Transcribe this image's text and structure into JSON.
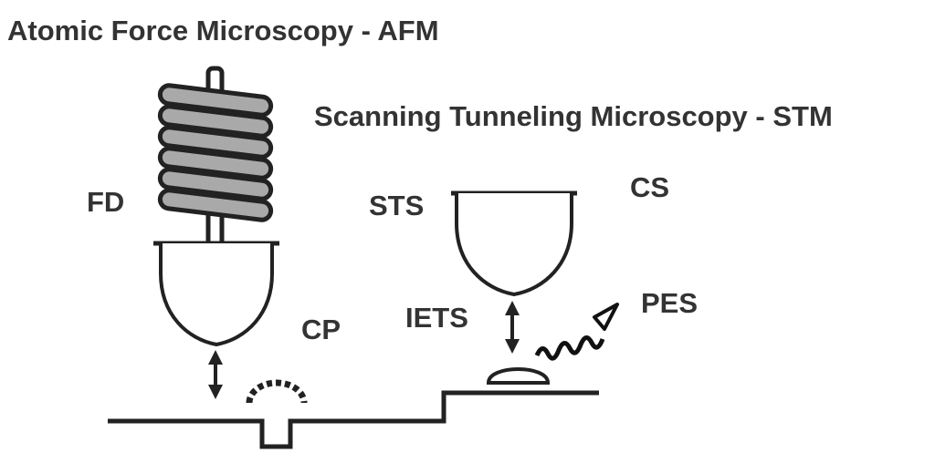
{
  "titles": {
    "afm": "Atomic Force Microscopy - AFM",
    "stm": "Scanning Tunneling Microscopy - STM"
  },
  "labels": {
    "fd": "FD",
    "cp": "CP",
    "sts": "STS",
    "cs": "CS",
    "iets": "IETS",
    "pes": "PES"
  },
  "colors": {
    "ink": "#222222",
    "text": "#333333",
    "coil_fill": "#a9a9a9",
    "background": "#ffffff"
  }
}
